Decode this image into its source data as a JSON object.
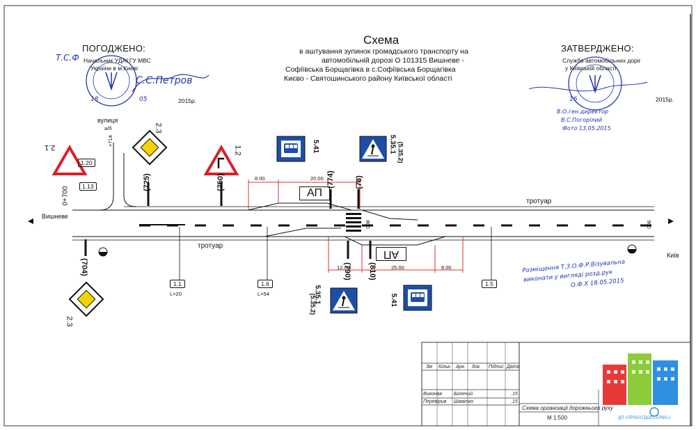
{
  "header": {
    "title": "Схема",
    "subtitle_lines": [
      "в аштування зупинок громадського транспорту на",
      "автомобільній дорозі О 101315 Вишневе -",
      "Софіївська Борщагівка в с.Софіївська Борщагівка",
      "Києво - Святошинського району Київської області"
    ]
  },
  "approved_left": {
    "heading": "ПОГОДЖЕНО:",
    "line1": "Начальник УДАІ ГУ МВС",
    "line2": "України в м.Києві",
    "date_day": "18",
    "date_month": "05",
    "year": "2015р.",
    "signature": "С.С.Петров",
    "note": "Т.С.Ф"
  },
  "approved_right": {
    "heading": "ЗАТВЕРДЖЕНО:",
    "line1": "Служба автомобільних доріг",
    "line2": "у Київській області",
    "date_day": "16",
    "year": "2015р.",
    "hand_lines": [
      "В.О.ген.директор",
      "В.С.Погорілий",
      "Фото 13.05.2015"
    ]
  },
  "handwritten_note": [
    "Розміщення Т.З.О.Ф.Р.Візувальна",
    "виконати у вигляді розд.рук",
    "О.Ф.Х 18.05.2015"
  ],
  "signs": {
    "s21": "2.1",
    "s23_top": "2.3",
    "s23_bottom": "2.3",
    "s12": "1.2",
    "s541_top": "5.41",
    "s541_bottom": "5.41",
    "s5351_top": "5.35.1",
    "s5352_top": "(5.35.2)",
    "s5351_bottom": "5.35.1",
    "s5352_bottom": "(5.35.2)"
  },
  "markings": {
    "m120": "1.20",
    "m113": "1.13",
    "m11": "1.1",
    "m11_len": "L=20",
    "m16": "1.6",
    "m16_len": "L=54",
    "m15": "1.5"
  },
  "pickets": {
    "p700": "0+700",
    "p714": "+714",
    "p725": "(725)",
    "p750": "(750)",
    "p774": "(774)",
    "p78": "(78)",
    "p704": "(704)",
    "p790": "(790)",
    "p810": "(810)",
    "width": "900",
    "crossing": "800"
  },
  "labels": {
    "street": "вулиця",
    "street_sub": "а/б",
    "vyshneve": "Вишневе",
    "kyiv": "Київ",
    "sidewalk_top": "тротуар",
    "sidewalk_bottom": "тротуар",
    "ap_top": "АП",
    "ap_bottom": "АП"
  },
  "dims": {
    "top_left": "8.00",
    "top_mid": "20.00",
    "bot_left": "12.00",
    "bot_mid": "25.00",
    "bot_right": "8.00"
  },
  "title_block": {
    "head_cells": [
      "Зм",
      "Кільк.",
      "Арк.",
      "док.",
      "Підпис",
      "Дата"
    ],
    "role1": "Виконав",
    "name1": "Болечий",
    "date1": ".15",
    "role2": "Перевірив",
    "name2": "Шматко",
    "date2": ".15",
    "drawing_title": "Схема організації дорожнього руху",
    "scale": "М 1:500",
    "company": "ДП «ПРОЕКТДОРСЕРВІС»"
  },
  "colors": {
    "ink": "#111111",
    "sign_blue": "#1d4fa8",
    "sign_red": "#d8202a",
    "dim_red": "#d83030",
    "yellow": "#f4d400",
    "stamp_blue": "#2233aa",
    "logo_red": "#e63a3a",
    "logo_green": "#8ccc3a",
    "logo_blue": "#2f8fe0"
  }
}
